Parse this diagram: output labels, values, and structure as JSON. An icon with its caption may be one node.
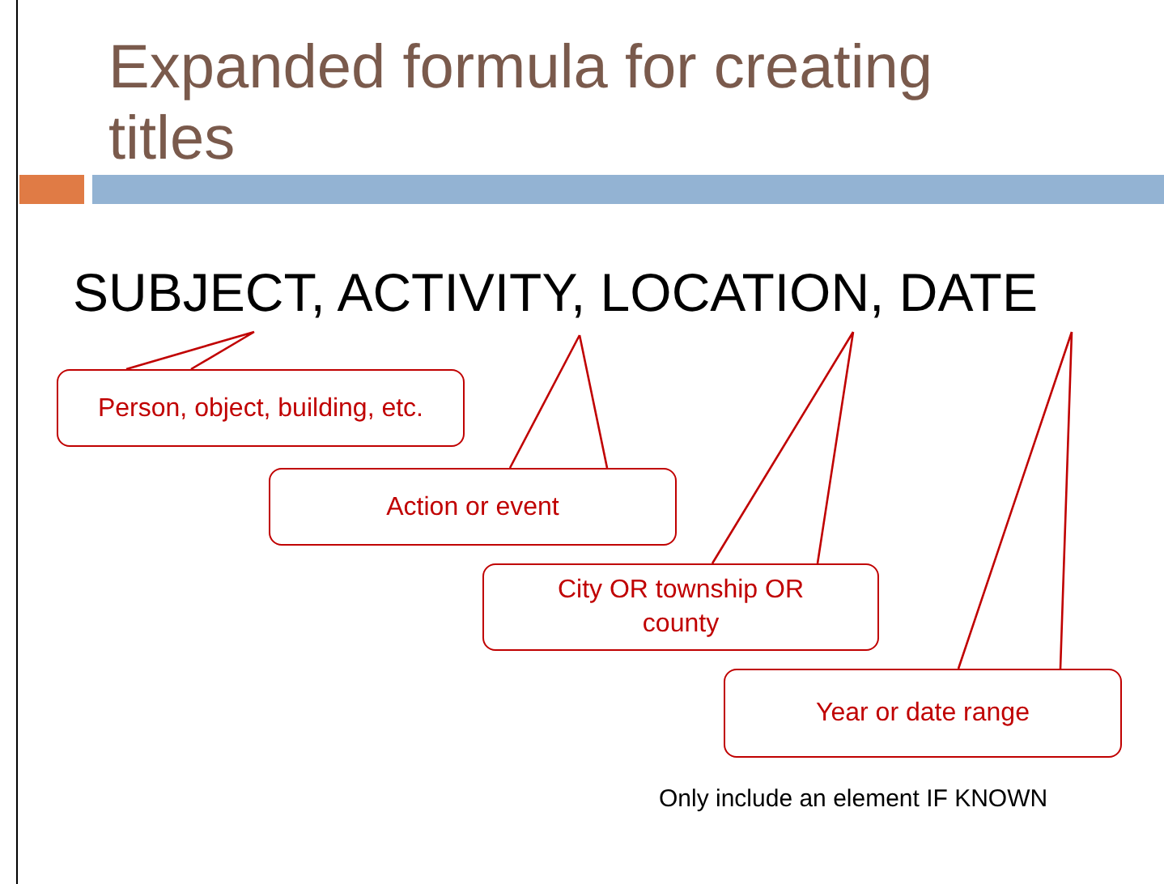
{
  "diagram": {
    "title": "Expanded formula for creating titles",
    "nodes": [
      {
        "text": [
          "Person, object, building, etc."
        ]
      },
      {
        "text": [
          "Action or event"
        ]
      },
      {
        "text": [
          "City OR township OR county"
        ]
      },
      {
        "text": [
          "Year or date range"
        ]
      }
    ],
    "edges": [
      {
        "from": 0,
        "to": null,
        "arrow": "none"
      },
      {
        "from": 1,
        "to": null,
        "arrow": "none"
      },
      {
        "from": 2,
        "to": null,
        "arrow": "none"
      },
      {
        "from": 3,
        "to": null,
        "arrow": "none"
      }
    ],
    "labels": [
      "SUBJECT, ACTIVITY, LOCATION, DATE",
      "Only include an element IF KNOWN"
    ]
  }
}
